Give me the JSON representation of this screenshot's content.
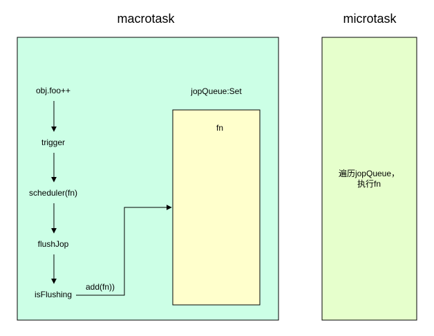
{
  "titles": {
    "macrotask": "macrotask",
    "microtask": "microtask"
  },
  "flow_steps": [
    "obj.foo++",
    "trigger",
    "scheduler(fn)",
    "flushJop",
    "isFlushing"
  ],
  "edge_label": "add(fn))",
  "queue": {
    "label": "jopQueue:Set",
    "item": "fn"
  },
  "microtask_note": [
    "遍历jopQueue，",
    "执行fn"
  ],
  "colors": {
    "macrotask_fill": "#ccffe6",
    "microtask_fill": "#e6ffcc",
    "queue_fill": "#ffffcc",
    "stroke": "#000000"
  }
}
